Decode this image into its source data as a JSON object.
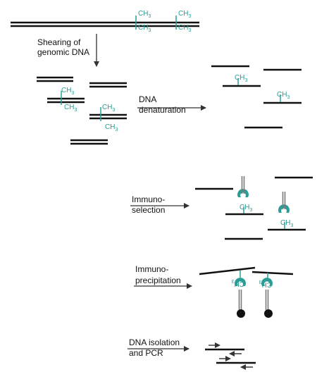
{
  "colors": {
    "strand": "#111111",
    "methyl": "#2a9d96",
    "antibody_stalk": "#7a7a7a",
    "bead": "#111111"
  },
  "methyl_label": {
    "base": "CH",
    "sub": "3"
  },
  "steps": {
    "shearing": {
      "line1": "Shearing of",
      "line2": "genomic DNA"
    },
    "denaturation": {
      "line1": "DNA",
      "line2": "denaturation"
    },
    "immunoselection": {
      "line1": "Immuno-",
      "line2": "selection"
    },
    "immunoprecipitation": {
      "line1": "Immuno-",
      "line2": "precipitation"
    },
    "isolation": {
      "line1": "DNA isolation",
      "line2": "and PCR"
    }
  }
}
